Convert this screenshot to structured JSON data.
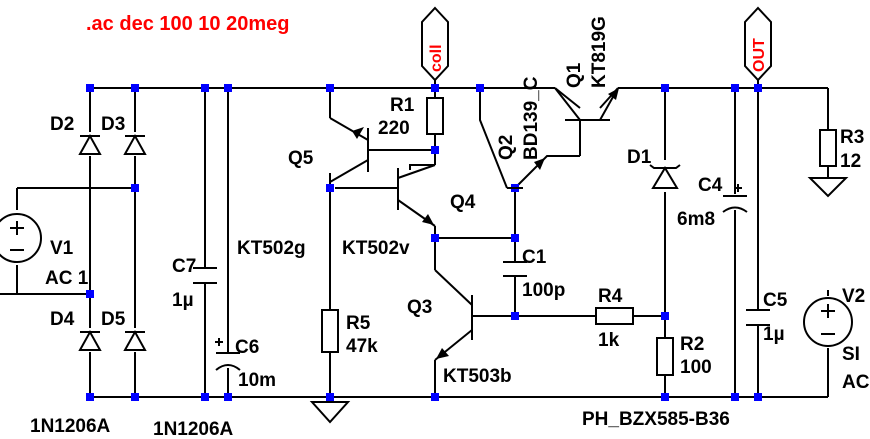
{
  "directive": ".ac dec 100 10 20meg",
  "net_flags": {
    "coll": "coll",
    "out": "OUT"
  },
  "diodes": {
    "d2": "D2",
    "d3": "D3",
    "d4": "D4",
    "d5": "D5",
    "d1": "D1",
    "bridge_model_a": "1N1206A",
    "bridge_model_b": "1N1206A",
    "zener_model": "PH_BZX585-B36"
  },
  "sources": {
    "v1_name": "V1",
    "v1_value": "AC 1",
    "v2_name": "V2",
    "v2_value_1": "SI",
    "v2_value_2": "AC"
  },
  "capacitors": {
    "c1_name": "C1",
    "c1_value": "100p",
    "c4_name": "C4",
    "c4_value": "6m8",
    "c5_name": "C5",
    "c5_value": "1µ",
    "c6_name": "C6",
    "c6_value": "10m",
    "c7_name": "C7",
    "c7_value": "1µ"
  },
  "resistors": {
    "r1_name": "R1",
    "r1_value": "220",
    "r2_name": "R2",
    "r2_value": "100",
    "r3_name": "R3",
    "r3_value": "12",
    "r4_name": "R4",
    "r4_value": "1k",
    "r5_name": "R5",
    "r5_value": "47k"
  },
  "transistors": {
    "q1_name": "Q1",
    "q1_model": "KT819G",
    "q2_name": "Q2",
    "q2_model": "BD139_C",
    "q3_name": "Q3",
    "q3_model": "KT503b",
    "q4_name": "Q4",
    "q4_model": "KT502v",
    "q5_name": "Q5",
    "q5_model": "KT502g"
  },
  "colors": {
    "wire": "#000000",
    "junction": "#0000ff",
    "annotation": "#ff0000"
  }
}
